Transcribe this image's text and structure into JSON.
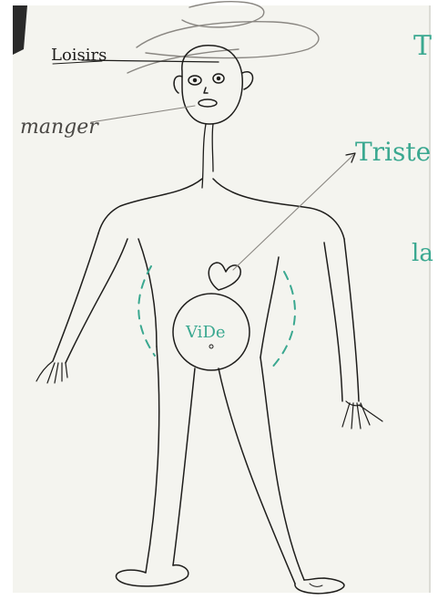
{
  "labels": {
    "leisure": "Loisirs",
    "eat": "manger",
    "sad": "Triste",
    "belly": "ViDe",
    "edge_top": "T",
    "edge_mid": "la"
  },
  "colors": {
    "paper": "#f4f4ef",
    "wall_dark": "#2a2a2a",
    "border_white": "#ffffff",
    "ink_black": "#1e1d1b",
    "ink_pencil": "#8a8782",
    "ink_green": "#3aa890"
  }
}
